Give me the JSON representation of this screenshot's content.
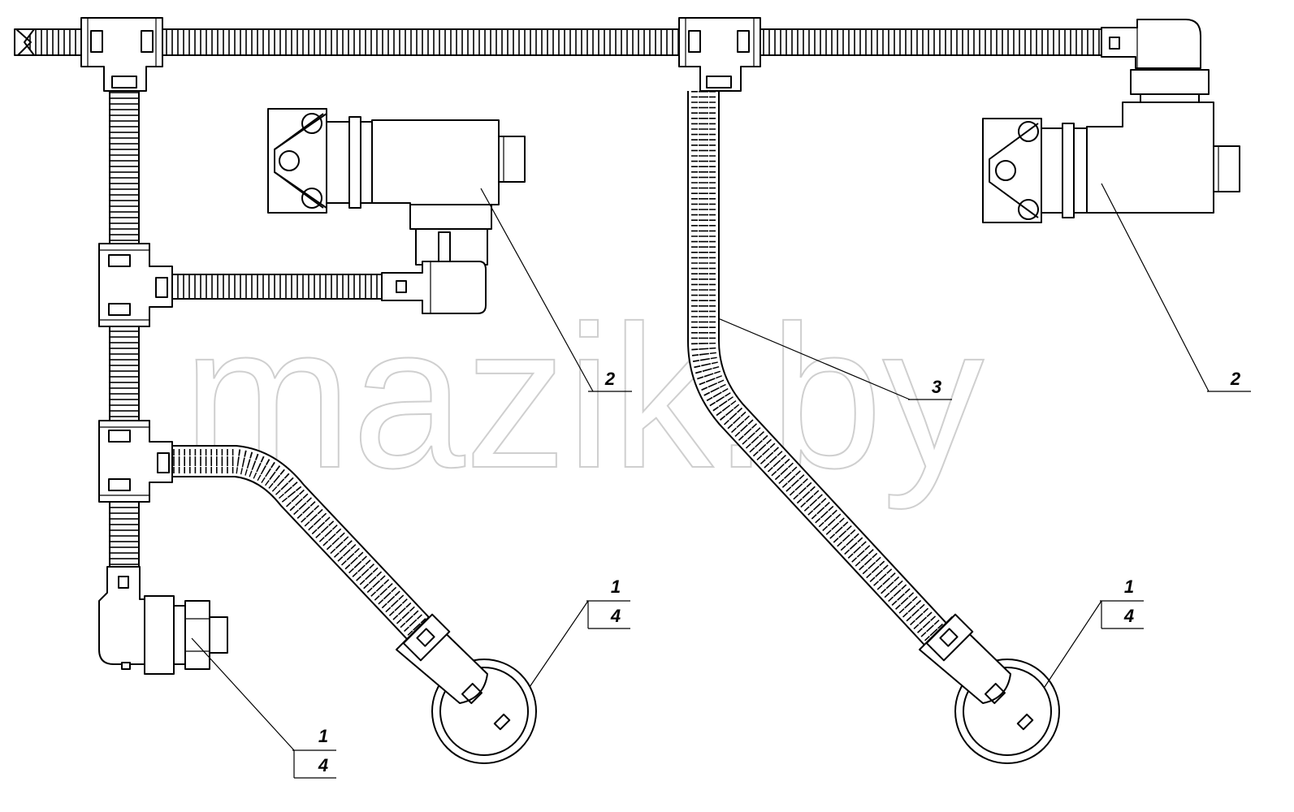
{
  "watermark": "mazik.by",
  "callouts": [
    {
      "id": "c-2a",
      "top": "2"
    },
    {
      "id": "c-3",
      "top": "3"
    },
    {
      "id": "c-2b",
      "top": "2"
    },
    {
      "id": "c-1-4a",
      "top": "1",
      "bottom": "4"
    },
    {
      "id": "c-1-4b",
      "top": "1",
      "bottom": "4"
    },
    {
      "id": "c-1-4c",
      "top": "1",
      "bottom": "4"
    }
  ]
}
